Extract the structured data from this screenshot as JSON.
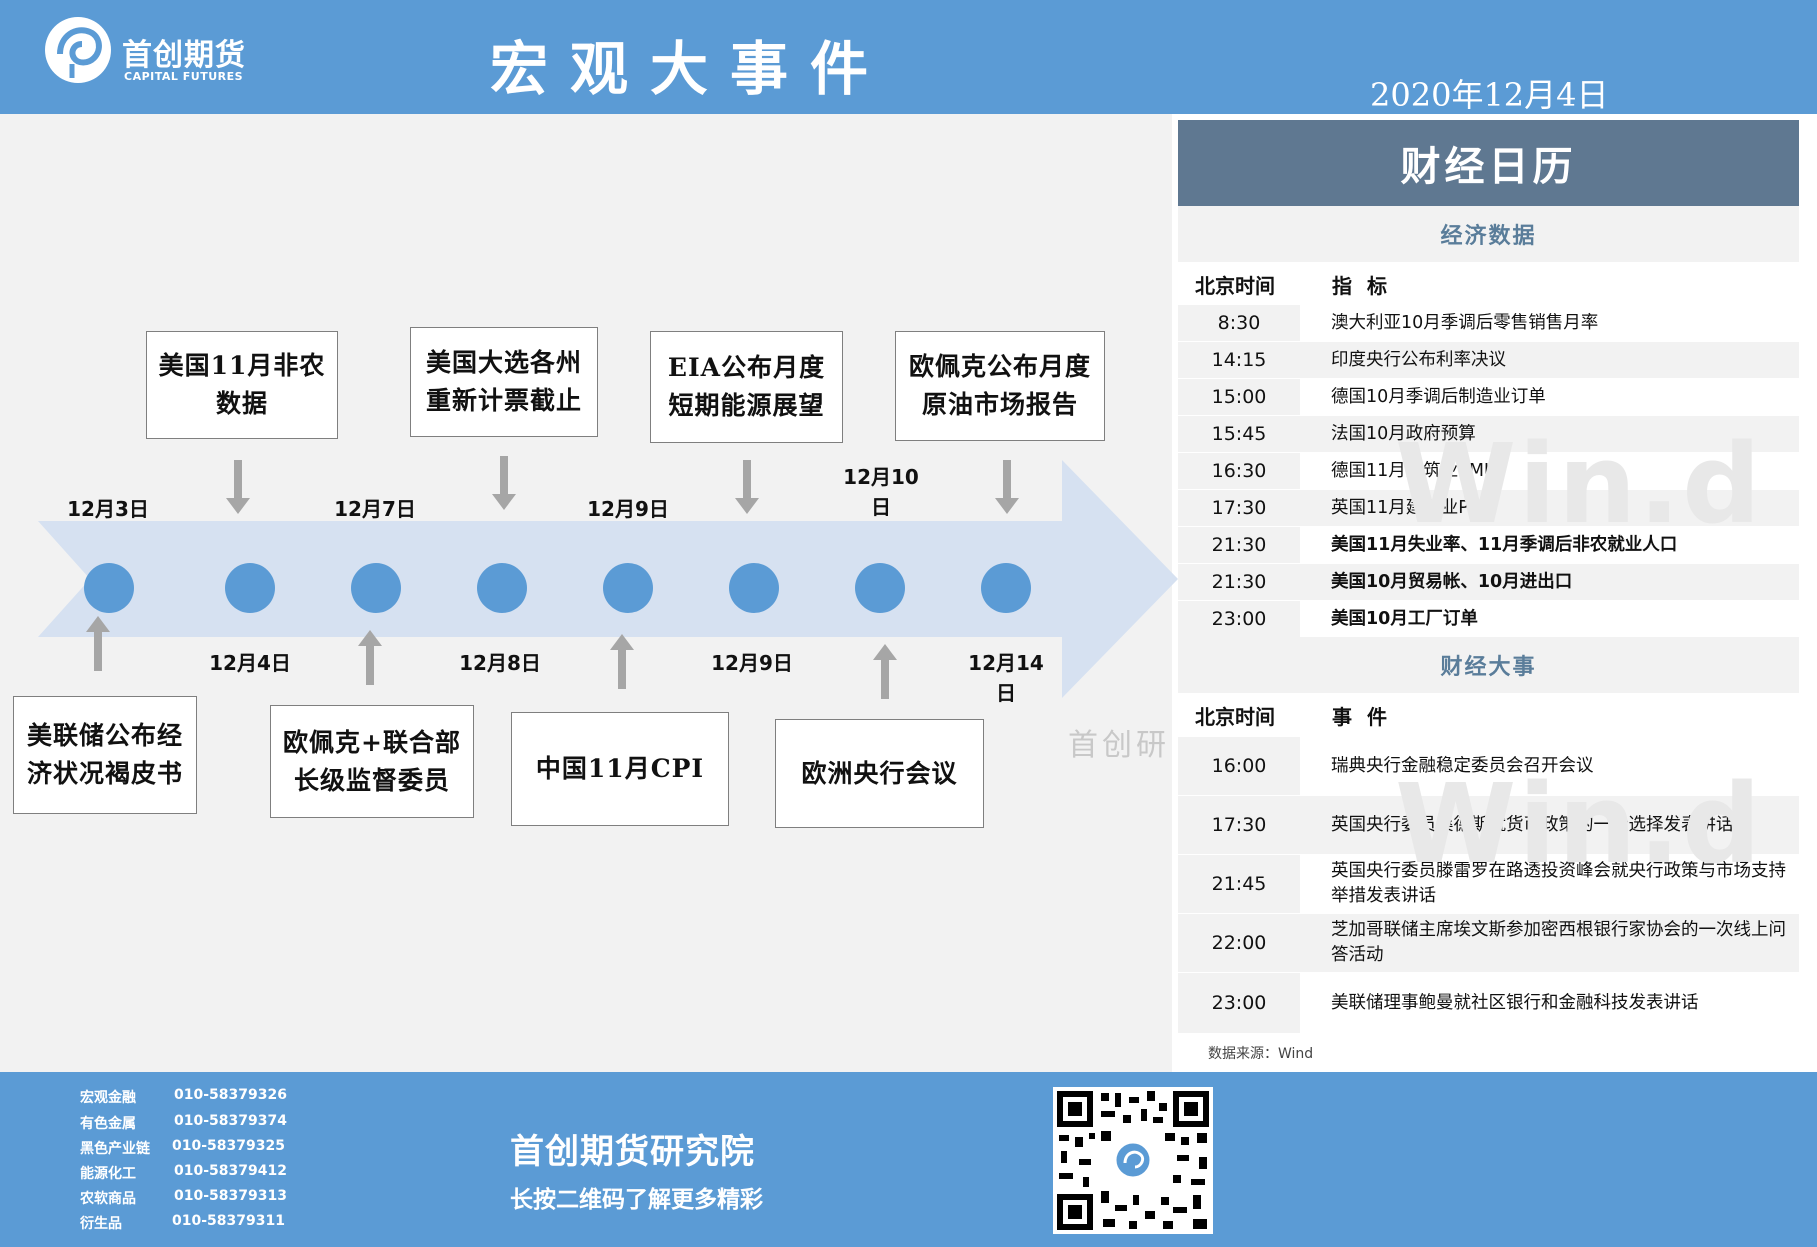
{
  "header": {
    "logo_cn": "首创期货",
    "logo_en": "CAPITAL FUTURES",
    "title": "宏观大事件",
    "date": "2020年12月4日"
  },
  "timeline": {
    "upper_events": [
      {
        "text": "美国11月非农数据",
        "date": "12月4日"
      },
      {
        "text": "美国大选各州重新计票截止",
        "date": "12月8日"
      },
      {
        "text": "EIA公布月度短期能源展望",
        "date": "12月9日"
      },
      {
        "text": "欧佩克公布月度原油市场报告",
        "date": "12月14日"
      }
    ],
    "lower_events": [
      {
        "text": "美联储公布经济状况褐皮书",
        "date": "12月3日"
      },
      {
        "text": "欧佩克+联合部长级监督委员",
        "date": "12月7日"
      },
      {
        "text": "中国11月CPI",
        "date": "12月9日"
      },
      {
        "text": "欧洲央行会议",
        "date": "12月10日"
      }
    ],
    "watermark": "首创研"
  },
  "calendar": {
    "title": "财经日历",
    "econ_section_title": "经济数据",
    "econ_col_time": "北京时间",
    "econ_col_item": "指 标",
    "econ_rows": [
      {
        "time": "8:30",
        "item": "澳大利亚10月季调后零售销售月率",
        "bold": false
      },
      {
        "time": "14:15",
        "item": "印度央行公布利率决议",
        "bold": false
      },
      {
        "time": "15:00",
        "item": "德国10月季调后制造业订单",
        "bold": false
      },
      {
        "time": "15:45",
        "item": "法国10月政府预算",
        "bold": false
      },
      {
        "time": "16:30",
        "item": "德国11月建筑业PMI",
        "bold": false
      },
      {
        "time": "17:30",
        "item": "英国11月建筑业PMI",
        "bold": false
      },
      {
        "time": "21:30",
        "item": "美国11月失业率、11月季调后非农就业人口",
        "bold": true
      },
      {
        "time": "21:30",
        "item": "美国10月贸易帐、10月进出口",
        "bold": true
      },
      {
        "time": "23:00",
        "item": "美国10月工厂订单",
        "bold": true
      }
    ],
    "events_section_title": "财经大事",
    "events_col_time": "北京时间",
    "events_col_item": "事 件",
    "event_rows": [
      {
        "time": "16:00",
        "item": "瑞典央行金融稳定委员会召开会议"
      },
      {
        "time": "17:30",
        "item": "英国央行委员桑德斯就货币政策的一些选择发表讲话"
      },
      {
        "time": "21:45",
        "item": "英国央行委员滕雷罗在路透投资峰会就央行政策与市场支持举措发表讲话"
      },
      {
        "time": "22:00",
        "item": "芝加哥联储主席埃文斯参加密西根银行家协会的一次线上问答活动"
      },
      {
        "time": "23:00",
        "item": "美联储理事鲍曼就社区银行和金融科技发表讲话"
      }
    ],
    "wind_watermark": "Win.d",
    "source": "数据来源：Wind"
  },
  "footer": {
    "contacts": [
      {
        "dept": "宏观金融",
        "phone": "010-58379326"
      },
      {
        "dept": "有色金属",
        "phone": "010-58379374"
      },
      {
        "dept": "黑色产业链",
        "phone": "010-58379325"
      },
      {
        "dept": "能源化工",
        "phone": "010-58379412"
      },
      {
        "dept": "农软商品",
        "phone": "010-58379313"
      },
      {
        "dept": "衍生品",
        "phone": "010-58379311"
      }
    ],
    "org": "首创期货研究院",
    "tagline": "长按二维码了解更多精彩"
  },
  "colors": {
    "header_blue": "#5b9bd5",
    "calendar_title": "#5f7891",
    "arrow": "#d6e1f1"
  }
}
